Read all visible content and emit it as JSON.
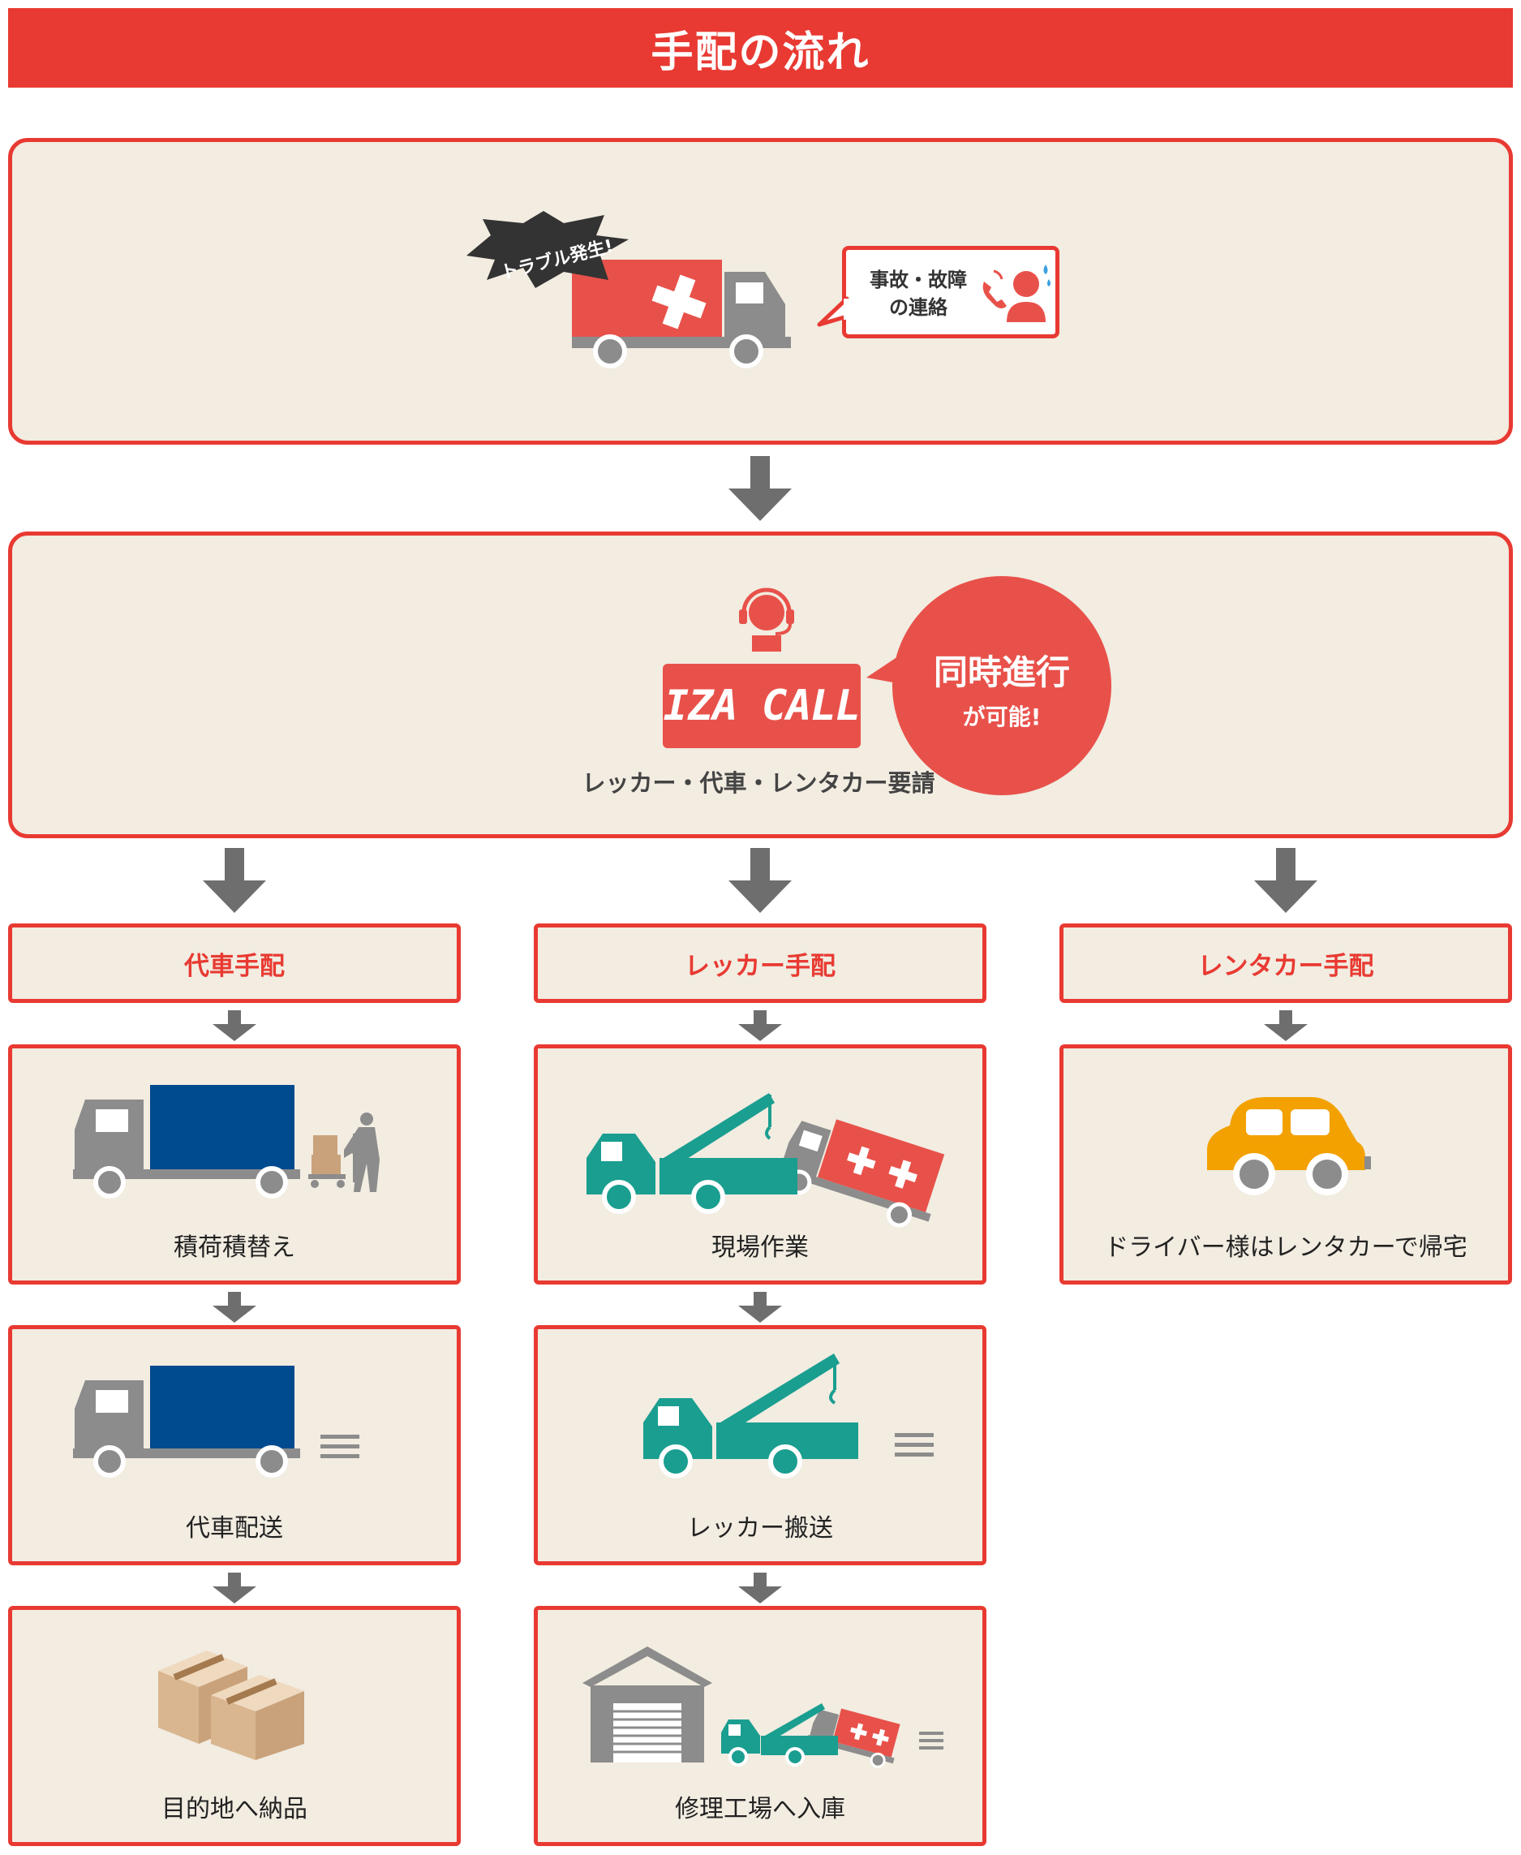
{
  "title": "手配の流れ",
  "step1": {
    "badge": "トラブル発生!",
    "bubble_line1": "事故・故障",
    "bubble_line2": "の連絡"
  },
  "step2": {
    "logo": "IZA CALL",
    "caption": "レッカー・代車・レンタカー要請",
    "bubble_line1": "同時進行",
    "bubble_line2": "が可能!"
  },
  "columns": [
    {
      "header": "代車手配",
      "steps": [
        "積荷積替え",
        "代車配送",
        "目的地へ納品"
      ]
    },
    {
      "header": "レッカー手配",
      "steps": [
        "現場作業",
        "レッカー搬送",
        "修理工場へ入庫"
      ]
    },
    {
      "header": "レンタカー手配",
      "steps": [
        "ドライバー様はレンタカーで帰宅"
      ]
    }
  ],
  "colors": {
    "accent": "#e83a32",
    "panel": "#f2ece1",
    "arrow": "#6e6e6e",
    "teal": "#1a9e90",
    "navy": "#004a8f",
    "car": "#f2a100",
    "grey": "#8c8c8c"
  }
}
